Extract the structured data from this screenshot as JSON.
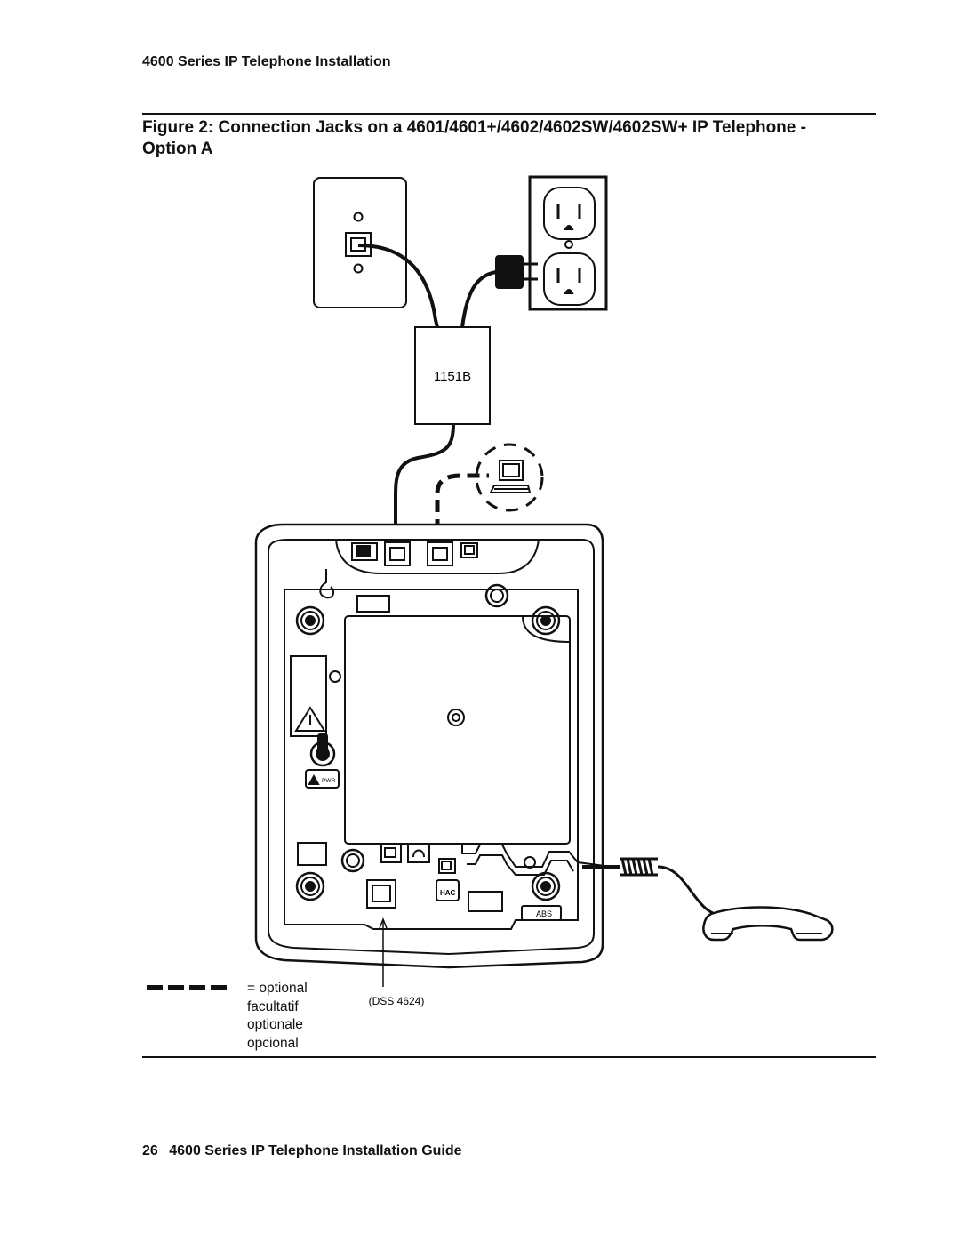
{
  "page": {
    "running_header": "4600 Series IP Telephone Installation",
    "figure_title": "Figure 2: Connection Jacks on a 4601/4601+/4602/4602SW/4602SW+ IP Telephone - Option A",
    "page_number": "26",
    "footer_title": "4600 Series IP Telephone Installation Guide"
  },
  "diagram": {
    "power_module_label": "1151B",
    "dss_label": "(DSS 4624)",
    "pwr_label": "PWR",
    "abs_label": "ABS",
    "hac_label": "HAC",
    "legend": {
      "optional": "= optional",
      "french": "facultatif",
      "italian": "optionale",
      "spanish": "opcional"
    }
  }
}
